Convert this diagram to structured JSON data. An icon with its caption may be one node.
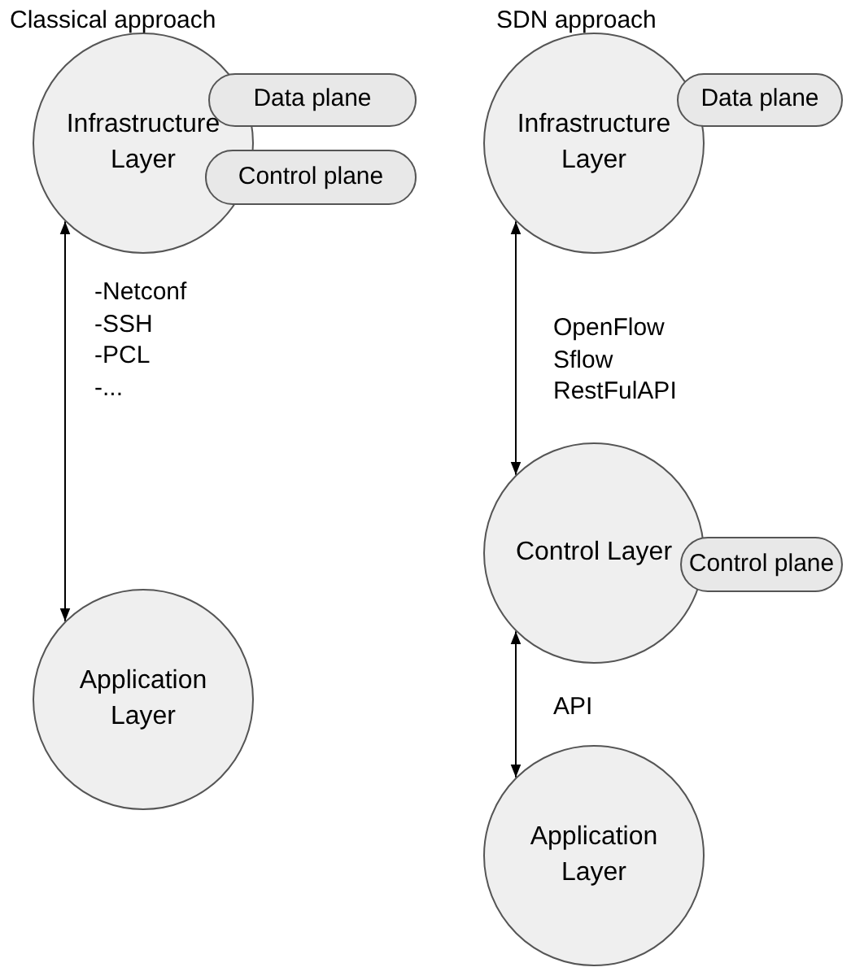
{
  "diagram": {
    "nodes": [
      {
        "text": [
          "Infrastructure Layer"
        ]
      },
      {
        "text": [
          "Data plane"
        ]
      },
      {
        "text": [
          "Control plane"
        ]
      },
      {
        "text": [
          "Application Layer"
        ]
      },
      {
        "text": [
          "Infrastructure Layer"
        ]
      },
      {
        "text": [
          "Data plane"
        ]
      },
      {
        "text": [
          "Control Layer"
        ]
      },
      {
        "text": [
          "Control plane"
        ]
      },
      {
        "text": [
          "Application Layer"
        ]
      }
    ],
    "edges": [
      {
        "from": 0,
        "to": 3,
        "arrow": "both",
        "label": "-Netconf -SSH -PCL -..."
      },
      {
        "from": 4,
        "to": 6,
        "arrow": "both",
        "label": "OpenFlow Sflow RestFulAPI"
      },
      {
        "from": 6,
        "to": 8,
        "arrow": "both",
        "label": "API"
      }
    ],
    "labels": [
      "Classical approach",
      "SDN approach"
    ]
  }
}
